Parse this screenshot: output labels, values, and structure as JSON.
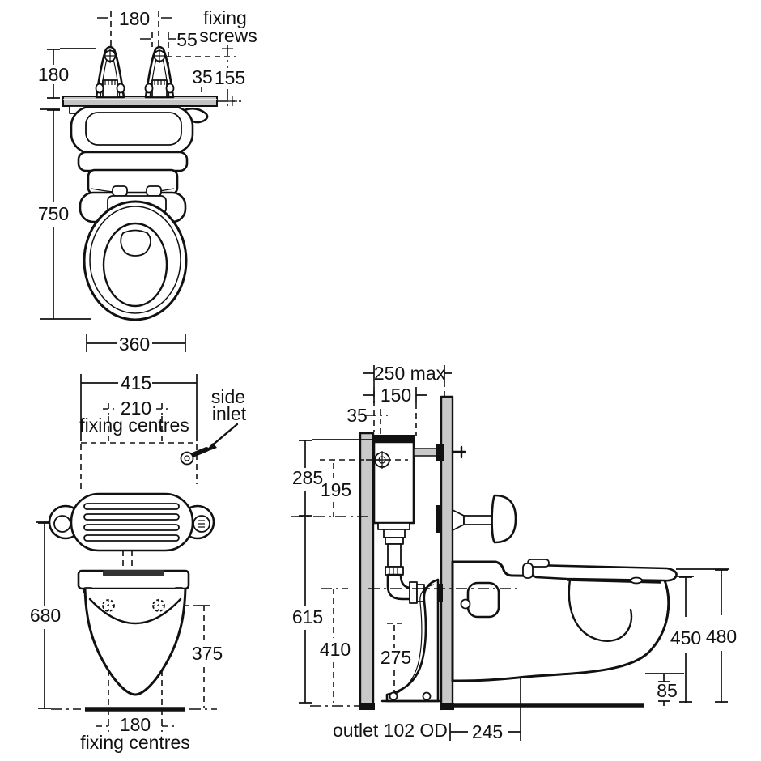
{
  "page": {
    "background": "#ffffff"
  },
  "colors": {
    "line": "#111111",
    "wall_fill": "#c9c9c9",
    "plate_fill": "#c4c4c4"
  },
  "front_view": {
    "dim_bracket_centres": "180",
    "dim_offset_55": "55",
    "label_fixing_screws_line1": "fixing",
    "label_fixing_screws_line2": "screws",
    "dim_bracket_height": "180",
    "dim_35": "35",
    "dim_155": "155",
    "dim_overall_height": "750",
    "dim_bowl_width": "360"
  },
  "plan_view": {
    "dim_overall_width": "415",
    "dim_top_fixing_centres": "210",
    "label_fixing_centres_top": "fixing centres",
    "label_side_inlet_line1": "side",
    "label_side_inlet_line2": "inlet",
    "dim_height_680": "680",
    "dim_375": "375",
    "dim_bottom_fixing_centres": "180",
    "label_fixing_centres_bottom": "fixing centres"
  },
  "side_view": {
    "dim_duct_depth_max": "250 max",
    "dim_150": "150",
    "dim_35": "35",
    "dim_285": "285",
    "dim_195": "195",
    "dim_615": "615",
    "dim_410": "410",
    "dim_275": "275",
    "dim_seat_height": "450",
    "dim_pan_top_height": "480",
    "dim_underside_gap": "85",
    "dim_outlet_projection": "245",
    "label_outlet": "outlet 102 OD"
  }
}
